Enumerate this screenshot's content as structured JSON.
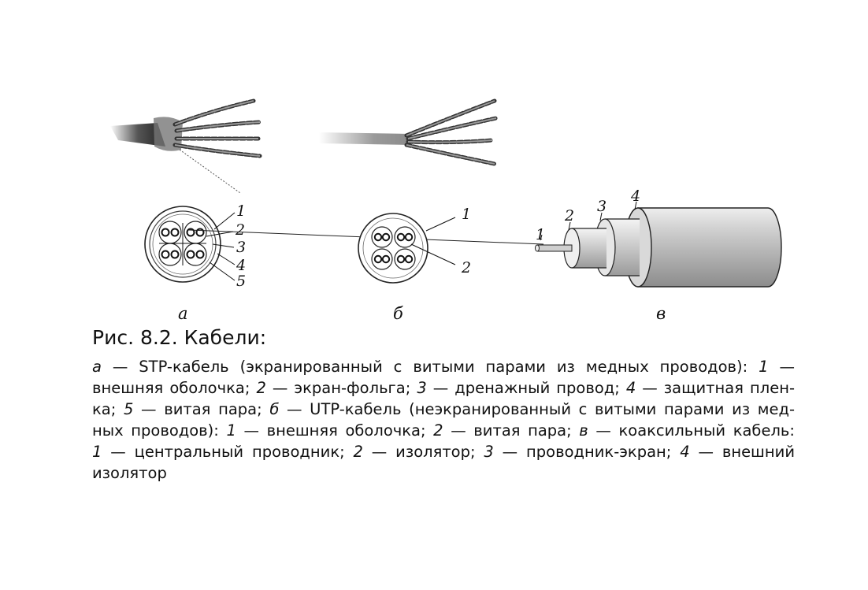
{
  "callouts_a": [
    "1",
    "2",
    "3",
    "4",
    "5"
  ],
  "callouts_b": [
    "1",
    "2"
  ],
  "callouts_c": [
    "1",
    "2",
    "3",
    "4"
  ],
  "sublabels": [
    "а",
    "б",
    "в"
  ],
  "caption": {
    "title": "Рис. 8.2. Кабели:",
    "lines": [
      [
        {
          "t": "а",
          "i": true
        },
        {
          "t": " — STP-кабель  (экранированный с витыми парами из медных проводов): "
        },
        {
          "t": "1",
          "i": true
        },
        {
          "t": " —"
        }
      ],
      [
        {
          "t": "внешняя оболочка; "
        },
        {
          "t": "2",
          "i": true
        },
        {
          "t": " — экран-фольга; "
        },
        {
          "t": "3",
          "i": true
        },
        {
          "t": " — дренажный провод; "
        },
        {
          "t": "4",
          "i": true
        },
        {
          "t": " — защитная плен-"
        }
      ],
      [
        {
          "t": "ка; "
        },
        {
          "t": "5",
          "i": true
        },
        {
          "t": " — витая пара; "
        },
        {
          "t": "б",
          "i": true
        },
        {
          "t": " — UTP-кабель (неэкранированный с витыми парами из мед-"
        }
      ],
      [
        {
          "t": "ных проводов): "
        },
        {
          "t": "1",
          "i": true
        },
        {
          "t": " — внешняя оболочка; "
        },
        {
          "t": "2",
          "i": true
        },
        {
          "t": " — витая пара; "
        },
        {
          "t": "в",
          "i": true
        },
        {
          "t": " — коаксильный кабель:"
        }
      ],
      [
        {
          "t": "1",
          "i": true
        },
        {
          "t": " — центральный проводник; "
        },
        {
          "t": "2",
          "i": true
        },
        {
          "t": " — изолятор; "
        },
        {
          "t": "3",
          "i": true
        },
        {
          "t": " — проводник-экран; "
        },
        {
          "t": "4",
          "i": true
        },
        {
          "t": " — внешний"
        }
      ],
      [
        {
          "t": "изолятор"
        }
      ]
    ]
  }
}
